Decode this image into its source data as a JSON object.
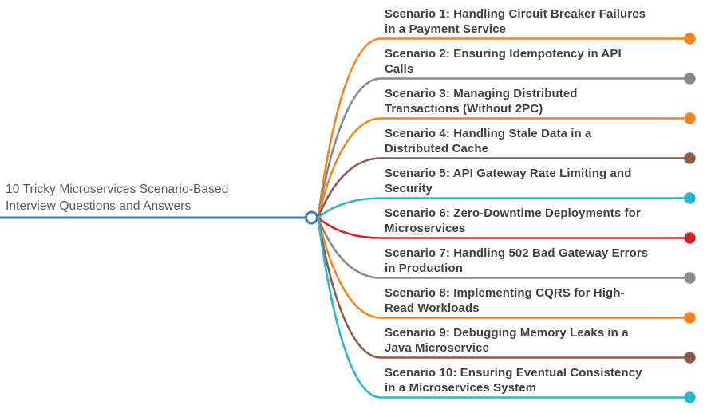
{
  "background": "#FFFFFF",
  "root": {
    "label_line1": "10 Tricky Microservices Scenario-Based",
    "label_line2": "Interview Questions and Answers",
    "text_color": "#58595B",
    "connector_color": "#3A7CB4",
    "node_fill": "#FFFFFF"
  },
  "branch_text_color": "#414042",
  "palette": {
    "orange": "#F5831F",
    "gray": "#8A8A8D",
    "brown": "#8D5B4C",
    "cyan": "#29B7CD",
    "red": "#D1232A",
    "blue": "#3A7CB4"
  },
  "branches": [
    {
      "id": 1,
      "line1": "Scenario 1: Handling Circuit Breaker Failures",
      "line2": "in a Payment Service",
      "color": "#F5831F"
    },
    {
      "id": 2,
      "line1": "Scenario 2: Ensuring Idempotency in API",
      "line2": "Calls",
      "color": "#8A8A8D"
    },
    {
      "id": 3,
      "line1": "Scenario 3: Managing Distributed",
      "line2": "Transactions (Without 2PC)",
      "color": "#F5831F"
    },
    {
      "id": 4,
      "line1": "Scenario 4: Handling Stale Data in a",
      "line2": "Distributed Cache",
      "color": "#8D5B4C"
    },
    {
      "id": 5,
      "line1": "Scenario 5: API Gateway Rate Limiting and",
      "line2": "Security",
      "color": "#29B7CD"
    },
    {
      "id": 6,
      "line1": "Scenario 6: Zero-Downtime Deployments for",
      "line2": "Microservices",
      "color": "#D1232A"
    },
    {
      "id": 7,
      "line1": "Scenario 7: Handling 502 Bad Gateway Errors",
      "line2": "in Production",
      "color": "#8A8A8D"
    },
    {
      "id": 8,
      "line1": "Scenario 8: Implementing CQRS for High-",
      "line2": "Read Workloads",
      "color": "#F5831F"
    },
    {
      "id": 9,
      "line1": "Scenario 9: Debugging Memory Leaks in a",
      "line2": "Java Microservice",
      "color": "#8D5B4C"
    },
    {
      "id": 10,
      "line1": "Scenario 10: Ensuring Eventual Consistency",
      "line2": "in a Microservices System",
      "color": "#29B7CD"
    }
  ]
}
